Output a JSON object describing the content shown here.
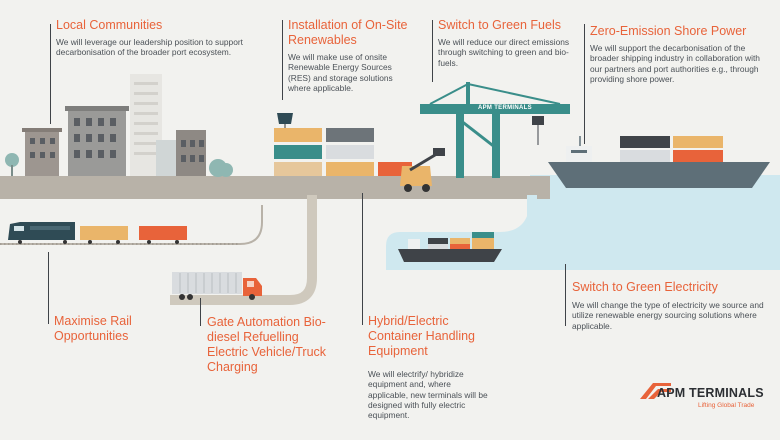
{
  "sections": {
    "local_communities": {
      "title": "Local Communities",
      "text": "We will leverage our leadership position to support decarbonisation of the broader port ecosystem."
    },
    "renewables": {
      "title": "Installation of On-Site Renewables",
      "text": "We will make use of onsite Renewable Energy Sources (RES) and storage solutions where applicable."
    },
    "green_fuels": {
      "title": "Switch to Green Fuels",
      "text": "We will reduce our direct emissions through switching to green and bio-fuels."
    },
    "shore_power": {
      "title": "Zero-Emission Shore Power",
      "text": "We will support the decarbonisation of the broader shipping industry in collaboration with our partners and port authorities e.g., through providing shore power."
    },
    "rail": {
      "title": "Maximise Rail Opportunities"
    },
    "gate": {
      "title": "Gate Automation Bio-diesel Refuelling Electric Vehicle/Truck Charging"
    },
    "hybrid": {
      "title": "Hybrid/Electric Container Handling Equipment",
      "text": "We will electrify/ hybridize equipment and, where applicable, new terminals will be designed with fully electric equipment."
    },
    "green_electricity": {
      "title": "Switch to Green Electricity",
      "text": "We will change the type of electricity we source and utilize renewable energy sourcing solutions where applicable."
    }
  },
  "crane_label": "APM TERMINALS",
  "brand": {
    "name": "APM TERMINALS",
    "tagline": "Lifting Global Trade"
  },
  "colors": {
    "accent": "#e8633a",
    "ground": "#b8b2a8",
    "water": "#cfe8ef",
    "crane": "#3a8e8a",
    "text": "#4b5157"
  }
}
